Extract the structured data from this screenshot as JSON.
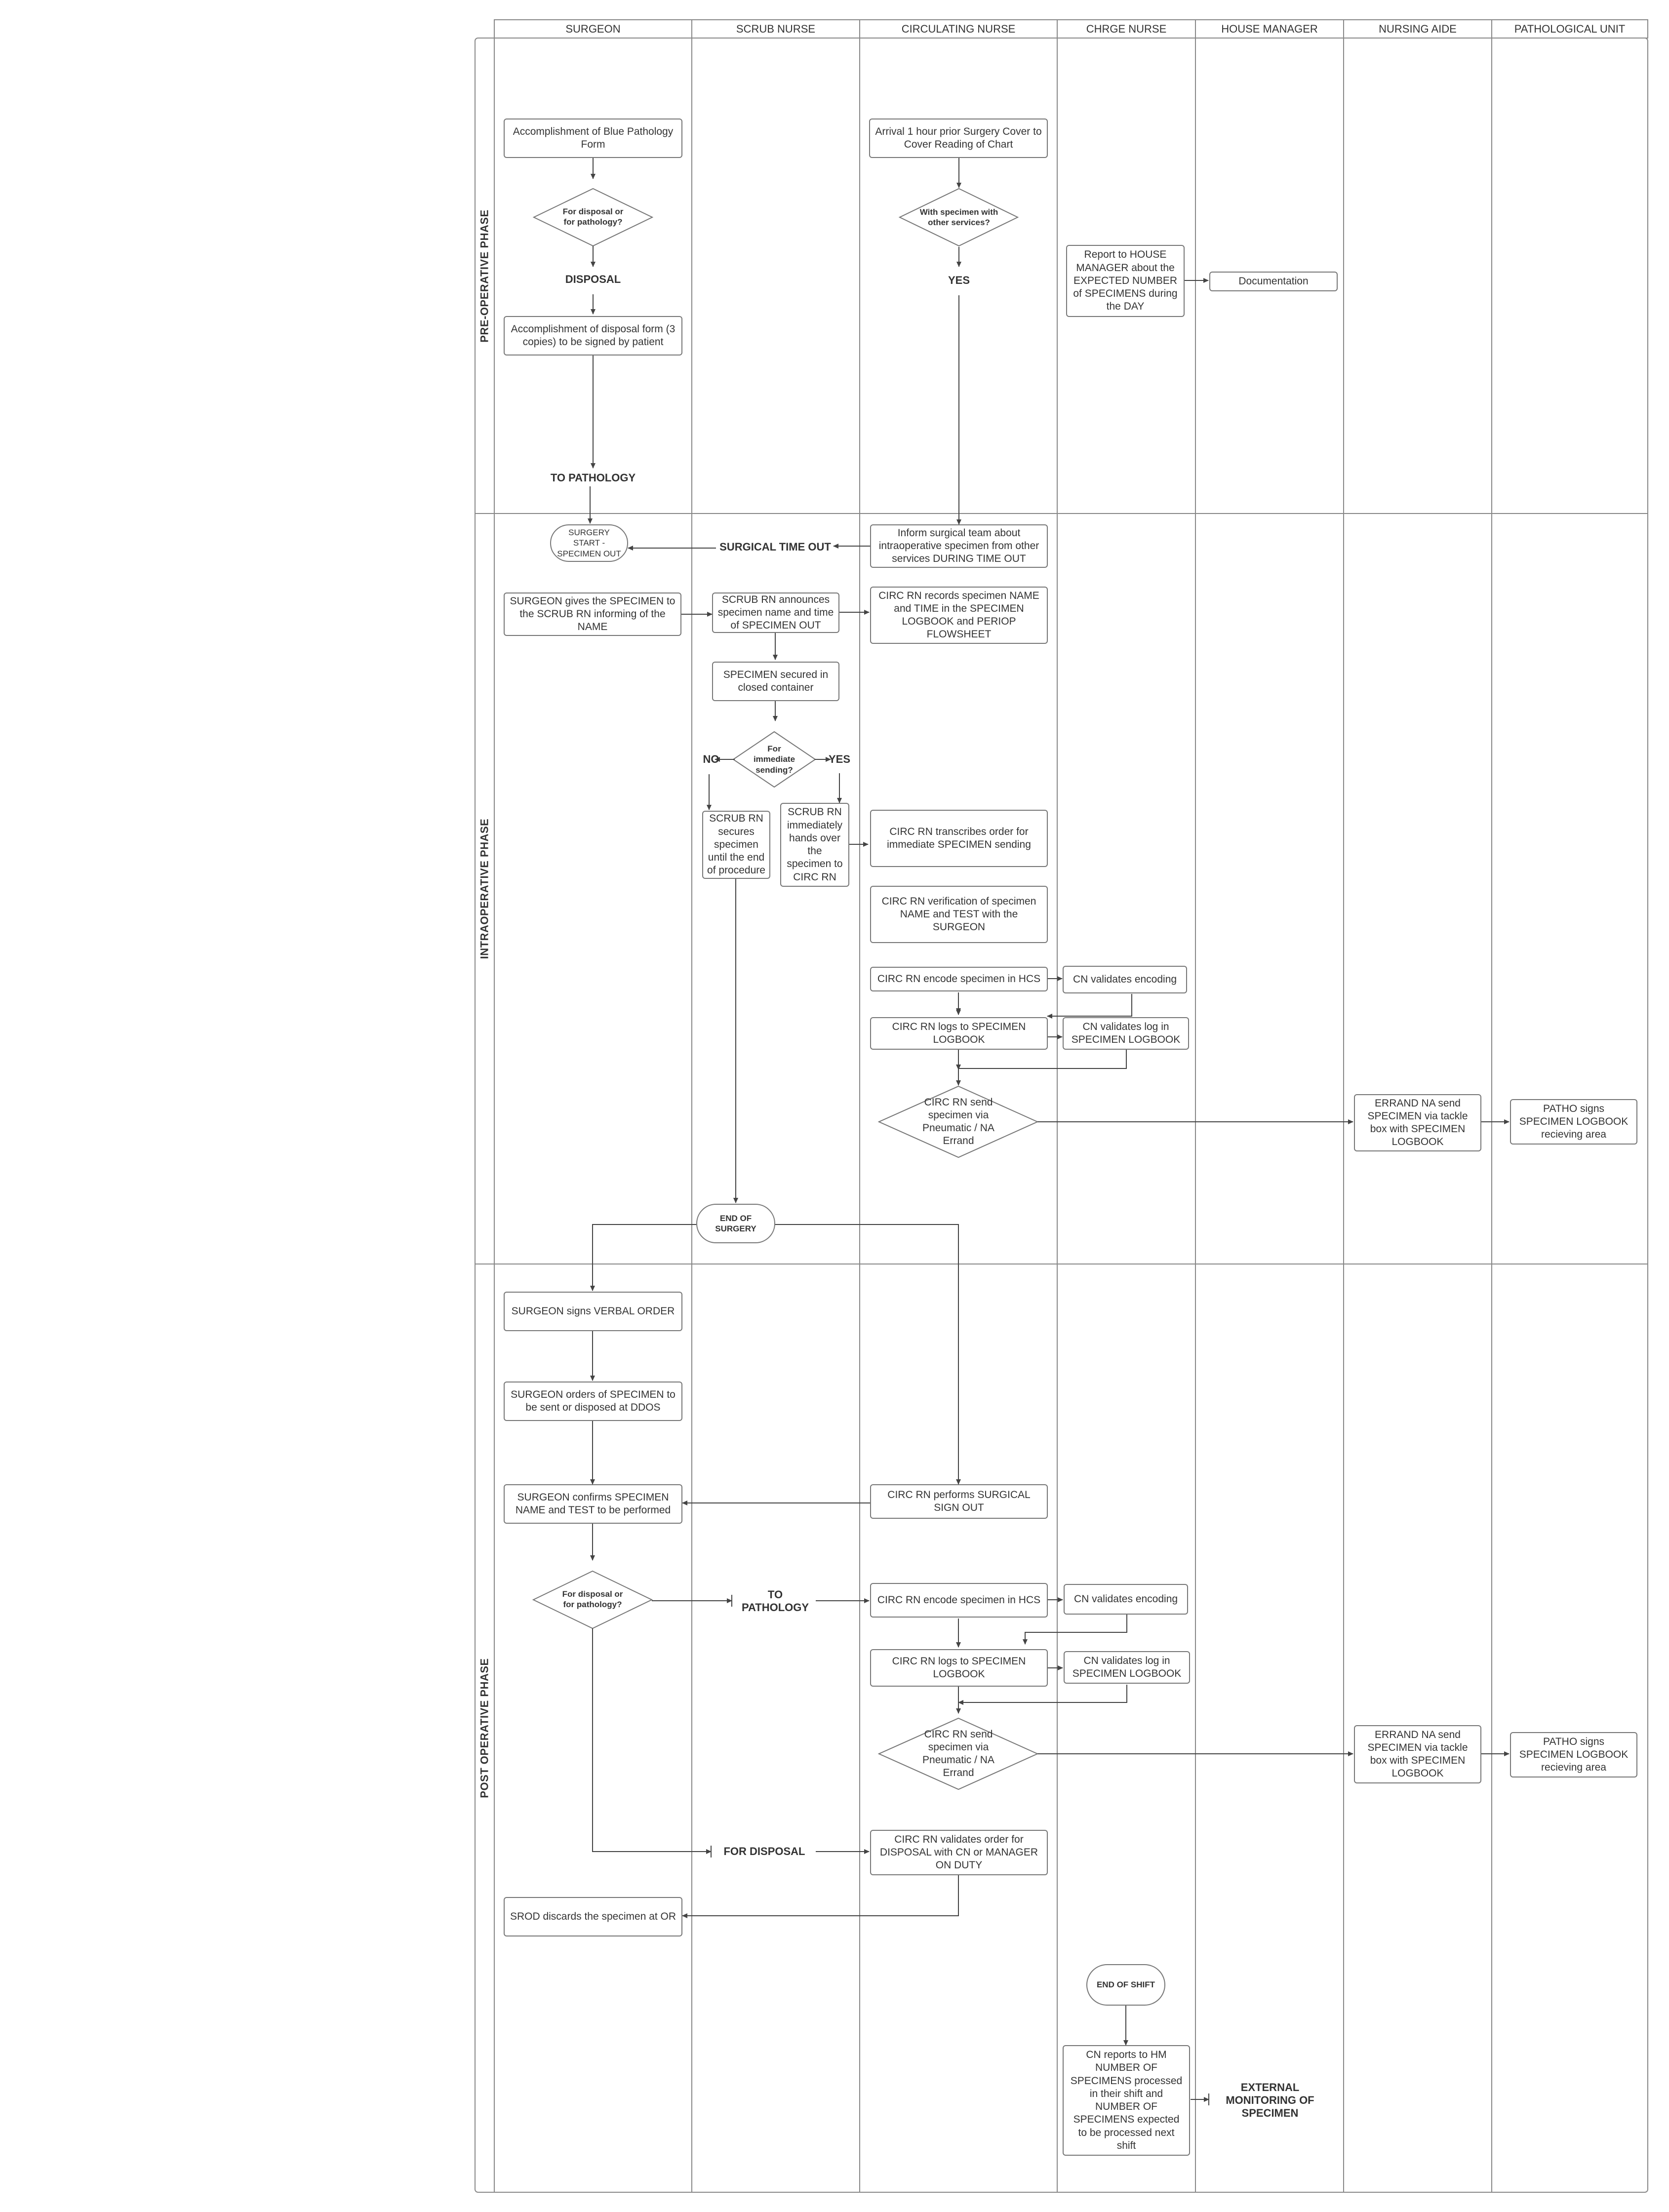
{
  "lanes": [
    "SURGEON",
    "SCRUB NURSE",
    "CIRCULATING NURSE",
    "CHRGE NURSE",
    "HOUSE MANAGER",
    "NURSING AIDE",
    "PATHOLOGICAL UNIT"
  ],
  "phases": [
    "PRE-OPERATIVE PHASE",
    "INTRAOPERATIVE PHASE",
    "POST OPERATIVE PHASE"
  ],
  "pre": {
    "blue_form": "Accomplishment of Blue Pathology Form",
    "decision1": "For disposal or for pathology?",
    "disposal": "DISPOSAL",
    "disposal_form": "Accomplishment of disposal form (3 copies) to be signed by patient",
    "to_pathology": "TO PATHOLOGY",
    "arrival": "Arrival 1 hour prior Surgery Cover to Cover Reading of Chart",
    "decision2": "With specimen with other services?",
    "yes": "YES",
    "report_hm": "Report to HOUSE MANAGER about the EXPECTED NUMBER of SPECIMENS during the DAY",
    "documentation": "Documentation"
  },
  "intra": {
    "surgery_start": "SURGERY START - SPECIMEN OUT",
    "surgical_timeout": "SURGICAL TIME OUT",
    "inform_team": "Inform surgical team about intraoperative specimen from other services DURING TIME OUT",
    "surgeon_gives": "SURGEON gives the SPECIMEN to the SCRUB RN informing of the NAME",
    "scrub_announces": "SCRUB RN announces specimen name and time of SPECIMEN OUT",
    "circ_records": "CIRC RN records specimen NAME and TIME in the SPECIMEN LOGBOOK and PERIOP FLOWSHEET",
    "secured": "SPECIMEN secured in closed container",
    "decision3": "For immediate sending?",
    "no": "NO",
    "yes": "YES",
    "scrub_secures": "SCRUB RN secures specimen until the end of procedure",
    "scrub_hands": "SCRUB RN immediately hands over the specimen to CIRC RN",
    "transcribes": "CIRC RN transcribes order for immediate SPECIMEN sending",
    "verification": "CIRC RN verification of specimen NAME and TEST with the SURGEON",
    "encode": "CIRC RN encode specimen in HCS",
    "cn_encoding": "CN validates encoding",
    "logs": "CIRC RN logs to SPECIMEN LOGBOOK",
    "cn_log": "CN validates log in SPECIMEN LOGBOOK",
    "send": "CIRC RN send specimen via Pneumatic / NA Errand",
    "errand": "ERRAND NA send SPECIMEN via tackle box with SPECIMEN LOGBOOK",
    "patho": "PATHO signs SPECIMEN LOGBOOK recieving area",
    "end_surgery": "END OF SURGERY"
  },
  "post": {
    "verbal": "SURGEON signs VERBAL ORDER",
    "orders": "SURGEON orders of SPECIMEN to be sent or disposed at DDOS",
    "confirms": "SURGEON confirms SPECIMEN NAME and TEST to be performed",
    "signout": "CIRC RN performs SURGICAL SIGN OUT",
    "decision": "For disposal or for pathology?",
    "to_pathology": "TO PATHOLOGY",
    "encode": "CIRC RN encode specimen in HCS",
    "cn_encoding": "CN validates encoding",
    "logs": "CIRC RN logs to SPECIMEN LOGBOOK",
    "cn_log": "CN validates log in SPECIMEN LOGBOOK",
    "send": "CIRC RN send specimen via Pneumatic / NA Errand",
    "errand": "ERRAND NA send SPECIMEN via tackle box with SPECIMEN LOGBOOK",
    "patho": "PATHO signs SPECIMEN LOGBOOK recieving area",
    "for_disposal": "FOR DISPOSAL",
    "validates_disposal": "CIRC RN validates order for DISPOSAL with CN or MANAGER ON DUTY",
    "srod": "SROD discards the specimen at OR",
    "end_shift": "END OF SHIFT",
    "cn_reports": "CN reports to HM NUMBER OF SPECIMENS processed in their shift and NUMBER OF SPECIMENS expected to be processed next shift",
    "external": "EXTERNAL MONITORING OF SPECIMEN"
  }
}
